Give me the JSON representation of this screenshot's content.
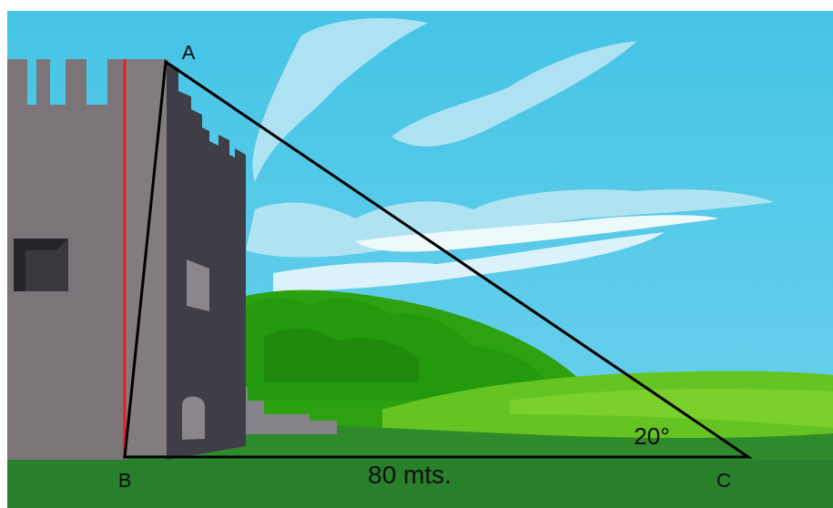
{
  "diagram": {
    "labels": [
      "A",
      "B",
      "C",
      "20°",
      "80 mts."
    ]
  }
}
